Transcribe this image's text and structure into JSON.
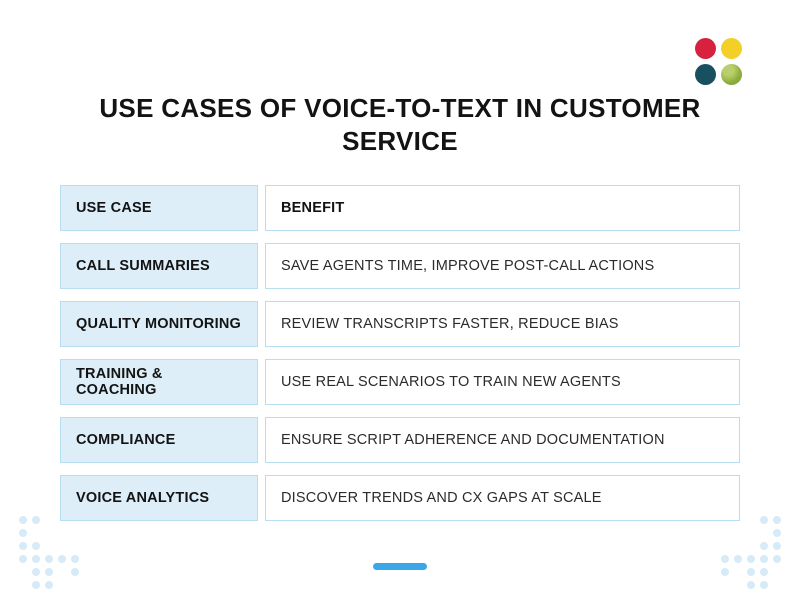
{
  "page": {
    "title": "USE CASES OF VOICE-TO-TEXT IN CUSTOMER SERVICE"
  },
  "logo": {
    "dot_colors": {
      "red": "#d8203f",
      "yellow": "#f2d028",
      "teal": "#19505f",
      "green": "#8fae3e"
    }
  },
  "table": {
    "header": {
      "use_case": "USE CASE",
      "benefit": "BENEFIT"
    },
    "rows": [
      {
        "use_case": "CALL SUMMARIES",
        "benefit": "SAVE AGENTS TIME, IMPROVE POST-CALL ACTIONS"
      },
      {
        "use_case": "QUALITY MONITORING",
        "benefit": "REVIEW TRANSCRIPTS FASTER, REDUCE BIAS"
      },
      {
        "use_case": "TRAINING & COACHING",
        "benefit": "USE REAL SCENARIOS TO TRAIN NEW AGENTS"
      },
      {
        "use_case": "COMPLIANCE",
        "benefit": "ENSURE SCRIPT ADHERENCE AND DOCUMENTATION"
      },
      {
        "use_case": "VOICE ANALYTICS",
        "benefit": "DISCOVER TRENDS AND CX GAPS AT SCALE"
      }
    ]
  },
  "colors": {
    "accent": "#3aa7e9",
    "cell_fill": "#ddeef9",
    "cell_border": "#b7ddf0",
    "dots": "#d6ebf7"
  }
}
